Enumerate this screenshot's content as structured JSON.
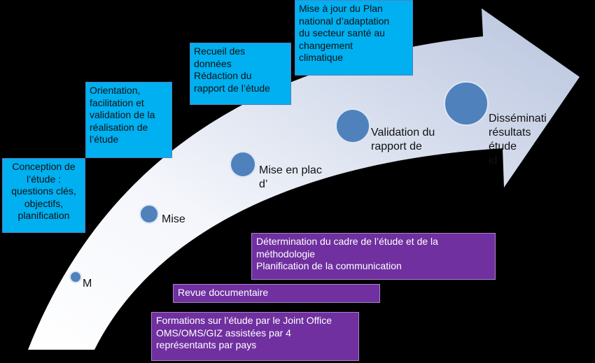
{
  "colors": {
    "background": "#000000",
    "arrow_light": "#ffffff",
    "arrow_dark": "#b8c4de",
    "milestone": "#4f81bd",
    "milestone_stroke": "#dce6f2",
    "top_box": "#00b0f0",
    "bottom_box": "#7030a0"
  },
  "milestones": [
    {
      "label_lines": [
        "M"
      ]
    },
    {
      "label_lines": [
        "Mise"
      ]
    },
    {
      "label_lines": [
        "Mise en plac",
        "d’"
      ]
    },
    {
      "label_lines": [
        "Validation du",
        "rapport de"
      ]
    },
    {
      "label_lines": [
        "Disséminati",
        "résultats",
        "étude",
        "id"
      ]
    }
  ],
  "top_boxes": [
    {
      "lines": [
        "Conception de",
        "l’étude :",
        "questions clés,",
        "objectifs,",
        "planification"
      ]
    },
    {
      "lines": [
        "Orientation,",
        "facilitation et",
        "validation de la",
        "réalisation de",
        "l’étude"
      ]
    },
    {
      "lines": [
        "Recueil des",
        "données",
        "Rédaction du",
        "rapport de l’étude"
      ]
    },
    {
      "lines": [
        "Mise à jour du Plan",
        "national d’adaptation",
        "du secteur santé au",
        "changement",
        "climatique"
      ]
    }
  ],
  "bottom_boxes": [
    {
      "lines": [
        "Détermination du cadre de l’étude et de la",
        "méthodologie",
        "Planification de la communication"
      ]
    },
    {
      "lines": [
        "Revue documentaire"
      ]
    },
    {
      "lines": [
        "Formations sur l’étude par le Joint Office",
        "OMS/OMS/GIZ assistées par 4",
        "représentants par pays"
      ]
    }
  ]
}
